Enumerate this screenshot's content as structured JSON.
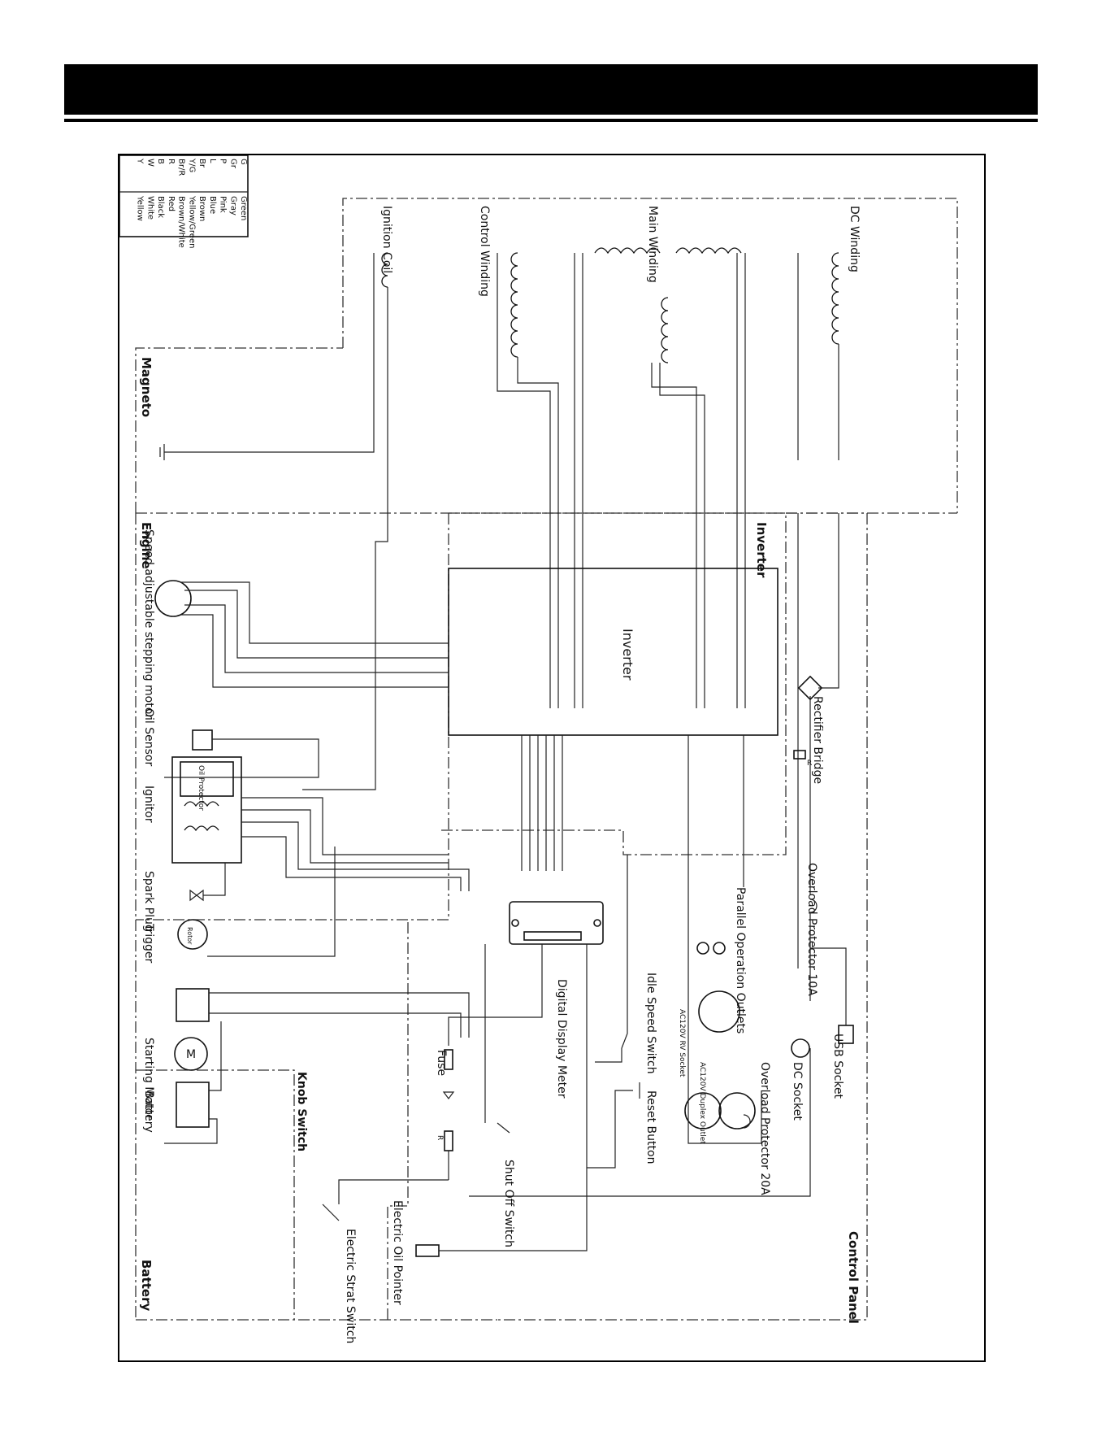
{
  "legend": [
    {
      "code": "G",
      "name": "Green"
    },
    {
      "code": "Gr",
      "name": "Gray"
    },
    {
      "code": "P",
      "name": "Pink"
    },
    {
      "code": "L",
      "name": "Blue"
    },
    {
      "code": "Br",
      "name": "Brown"
    },
    {
      "code": "Y/G",
      "name": "Yellow/Green"
    },
    {
      "code": "Br/R",
      "name": "Brown/White"
    },
    {
      "code": "R",
      "name": "Red"
    },
    {
      "code": "B",
      "name": "Black"
    },
    {
      "code": "W",
      "name": "White"
    },
    {
      "code": "Y",
      "name": "Yellow"
    }
  ],
  "sections": {
    "magneto": "Magneto",
    "engine": "Engine",
    "inverter": "Inverter",
    "control_panel": "Control Panel",
    "knob_switch": "Knob Switch",
    "battery": "Battery"
  },
  "components": {
    "dc_winding": "DC Winding",
    "main_winding": "Main Winding",
    "control_winding": "Control Winding",
    "ignition_coil": "Ignition Coil",
    "inverter_box": "Inverter",
    "stepping_motor": "Speed adjustable stepping motor",
    "oil_sensor": "Oil Sensor",
    "oil_protector": "Oil Protector",
    "ignitor": "Ignitor",
    "spark_plug": "Spark Plug",
    "rotor": "Rotor",
    "trigger": "Trigger",
    "starting_motor": "Starting Motor",
    "motor_m": "M",
    "battery_comp": "Battery",
    "rectifier_bridge": "Rectifier Bridge",
    "overload_10a": "Overload Protector 10A",
    "usb_socket": "USB Socket",
    "dc_socket": "DC Socket",
    "parallel_outlets": "Parallel Operation Outlets",
    "overload_20a": "Overload Protector 20A",
    "rv_socket": "AC120V RV Socket",
    "duplex_outlet": "AC120V Duplex Outlet",
    "idle_switch": "Idle Speed Switch",
    "reset_button": "Reset Button",
    "digital_meter": "Digital Display Meter",
    "fuse": "Fuse",
    "shut_off": "Shut Off Switch",
    "electric_start": "Electric Strat Switch",
    "electric_oil": "Electric Oil Pointer",
    "resistor_r": "R"
  },
  "colors": {
    "line": "#222222",
    "header": "#000000"
  }
}
